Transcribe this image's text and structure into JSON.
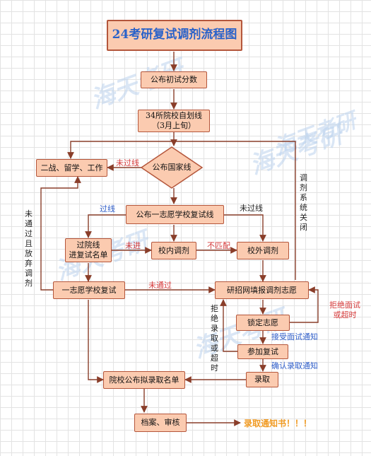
{
  "title": "24考研复试调剂流程图",
  "nodes": {
    "publish_scores": "公布初试分数",
    "self_line": "34所院校自划线\n（3月上旬）",
    "national_line": "公布国家线",
    "other_paths": "二战、留学、工作",
    "first_choice_line": "公布一志愿学校复试线",
    "enter_list": "过院线\n进复试名单",
    "internal_adjust": "校内调剂",
    "external_adjust": "校外调剂",
    "first_choice_retest": "一志愿学校复试",
    "adjust_system": "研招网填报调剂志愿",
    "lock": "锁定志愿",
    "retest": "参加复试",
    "admit": "录取",
    "school_list": "院校公布拟录取名单",
    "archive": "档案、审核",
    "final_notice": "录取通知书！！！"
  },
  "labels": {
    "below_line": "未过线",
    "pass_line": "过线",
    "not_pass_line": "未过线",
    "not_enter": "未进",
    "mismatch": "不匹配",
    "not_passed": "未通过",
    "system_closed": "调剂系统关闭",
    "fail_or_give_up": "未通过且放弃调剂",
    "refuse_or_timeout": "拒绝录取或超时",
    "refuse_interview": "拒绝面试\n或超时",
    "accept_interview": "接受面试通知",
    "confirm_admission": "确认录取通知"
  },
  "watermarks": [
    "海天考研",
    "海天考研",
    "海天考研",
    "海天考研",
    "海天考研"
  ]
}
